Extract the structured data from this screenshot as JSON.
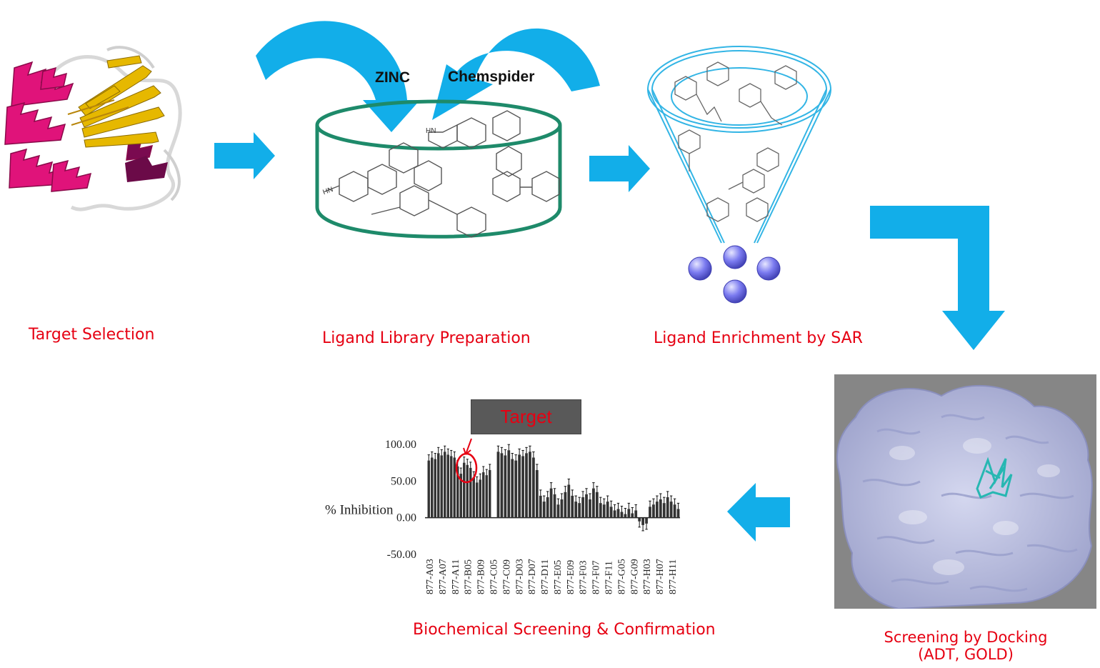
{
  "steps": {
    "target_selection": "Target Selection",
    "ligand_library": "Ligand Library Preparation",
    "ligand_enrichment": "Ligand Enrichment by SAR",
    "docking_line1": "Screening by Docking",
    "docking_line2": "(ADT, GOLD)",
    "biochemical": "Biochemical Screening & Confirmation"
  },
  "sources": {
    "zinc": "ZINC",
    "chemspider": "Chemspider"
  },
  "molecule_labels": {
    "hn": "HN"
  },
  "target_label": "Target",
  "colors": {
    "arrow": "#12aee9",
    "label": "#e60012",
    "cylinder": "#1e8a6a",
    "funnel": "#33b5e5",
    "helix": "#e0137a",
    "sheet": "#e6b800",
    "sphere": "#6d6dee",
    "surface": "#b9bddf",
    "docked_ligand": "#27b7b2"
  },
  "chart_data": {
    "type": "bar",
    "ylabel": "% Inhibition",
    "ylim": [
      -50,
      100
    ],
    "yticks": [
      "100.00",
      "50.00",
      "0.00",
      "-50.00"
    ],
    "x_tick_labels": [
      "877-A03",
      "877-A07",
      "877-A11",
      "877-B05",
      "877-B09",
      "877-C05",
      "877-C09",
      "877-D03",
      "877-D07",
      "877-D11",
      "877-E05",
      "877-E09",
      "877-F03",
      "877-F07",
      "877-F11",
      "877-G05",
      "877-G09",
      "877-H03",
      "877-H07",
      "877-H11"
    ],
    "group1_values": [
      78,
      82,
      80,
      88,
      85,
      90,
      86,
      84,
      82,
      70,
      60,
      75,
      72,
      68,
      55,
      48,
      52,
      62,
      58,
      65
    ],
    "group2_values": [
      90,
      88,
      85,
      92,
      80,
      78,
      86,
      84,
      88,
      90,
      82,
      65,
      30,
      22,
      28,
      40,
      32,
      18,
      25,
      35,
      45,
      30,
      22,
      20,
      28,
      32,
      25,
      40,
      35,
      20,
      18,
      22,
      15,
      10,
      12,
      8,
      5,
      12,
      6,
      10,
      -5,
      -10,
      -8,
      15,
      18,
      22,
      25,
      20,
      28,
      22,
      18,
      12
    ],
    "highlight_label": "Target"
  }
}
